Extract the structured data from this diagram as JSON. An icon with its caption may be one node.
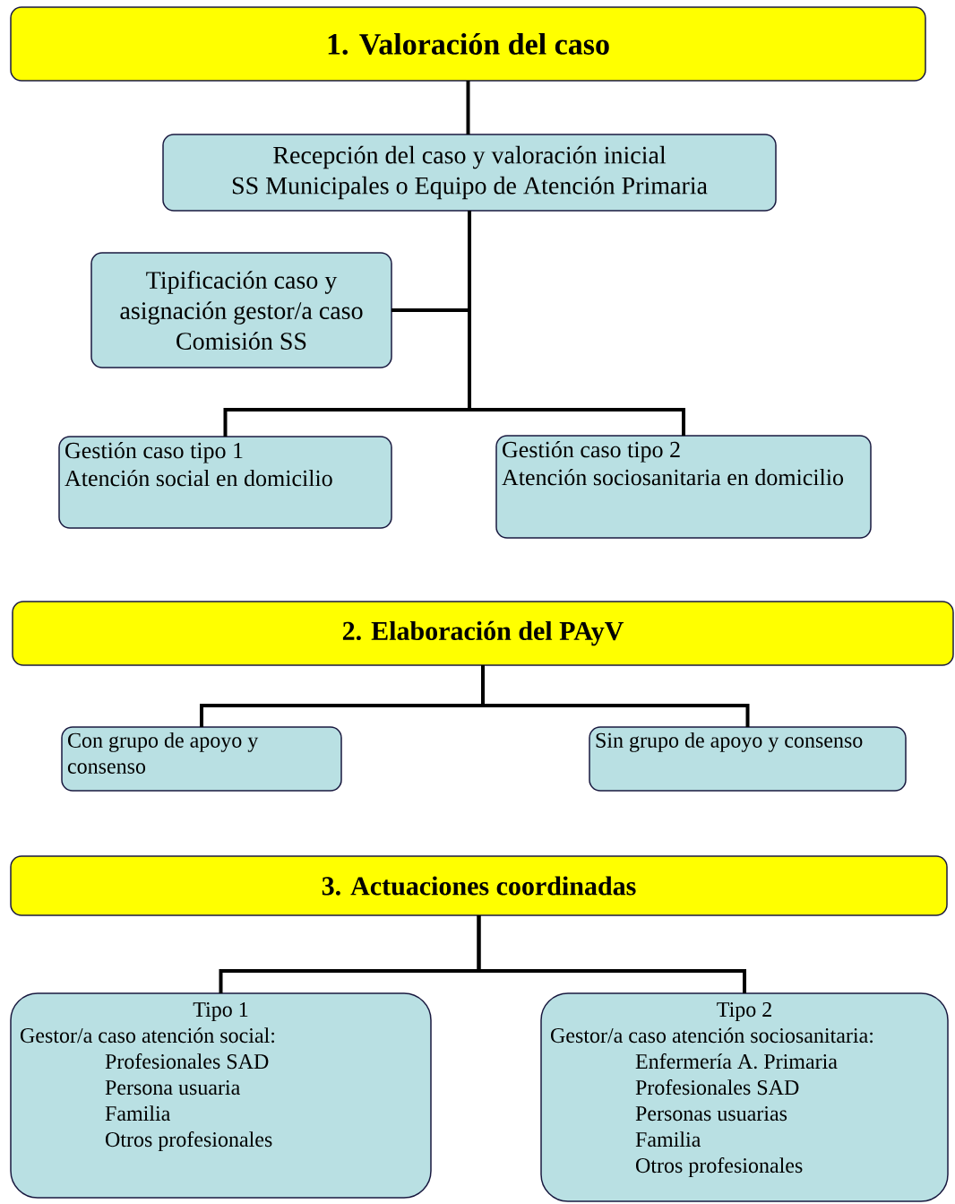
{
  "diagram": {
    "nodes": [
      {
        "text": [
          "1. Valoración del caso"
        ]
      },
      {
        "text": [
          "Recepción del caso y valoración inicial",
          "SS Municipales o Equipo de Atención Primaria"
        ]
      },
      {
        "text": [
          "Tipificación caso y asignación gestor/a caso",
          "Comisión SS"
        ]
      },
      {
        "text": [
          "Gestión caso tipo 1",
          "Atención social en domicilio"
        ]
      },
      {
        "text": [
          "Gestión caso tipo 2",
          "Atención sociosanitaria en domicilio"
        ]
      },
      {
        "text": [
          "2. Elaboración del PAyV"
        ]
      },
      {
        "text": [
          "Con grupo de apoyo y consenso"
        ]
      },
      {
        "text": [
          "Sin grupo de apoyo y consenso"
        ]
      },
      {
        "text": [
          "3. Actuaciones coordinadas"
        ]
      },
      {
        "text": [
          "Tipo 1",
          "Gestor/a caso atención social:",
          "Profesionales SAD",
          "Persona usuaria",
          "Familia",
          "Otros profesionales"
        ]
      },
      {
        "text": [
          "Tipo 2",
          "Gestor/a caso atención sociosanitaria:",
          "Enfermería A. Primaria",
          "Profesionales SAD",
          "Personas usuarias",
          "Familia",
          "Otros profesionales"
        ]
      }
    ],
    "edges": [
      {
        "from": 0,
        "to": 1,
        "arrow": "none"
      },
      {
        "from": 1,
        "to": 2,
        "arrow": "none"
      },
      {
        "from": 1,
        "to": 3,
        "arrow": "none"
      },
      {
        "from": 1,
        "to": 4,
        "arrow": "none"
      },
      {
        "from": 5,
        "to": 6,
        "arrow": "none"
      },
      {
        "from": 5,
        "to": 7,
        "arrow": "none"
      },
      {
        "from": 8,
        "to": 9,
        "arrow": "none"
      },
      {
        "from": 8,
        "to": 10,
        "arrow": "none"
      }
    ]
  }
}
